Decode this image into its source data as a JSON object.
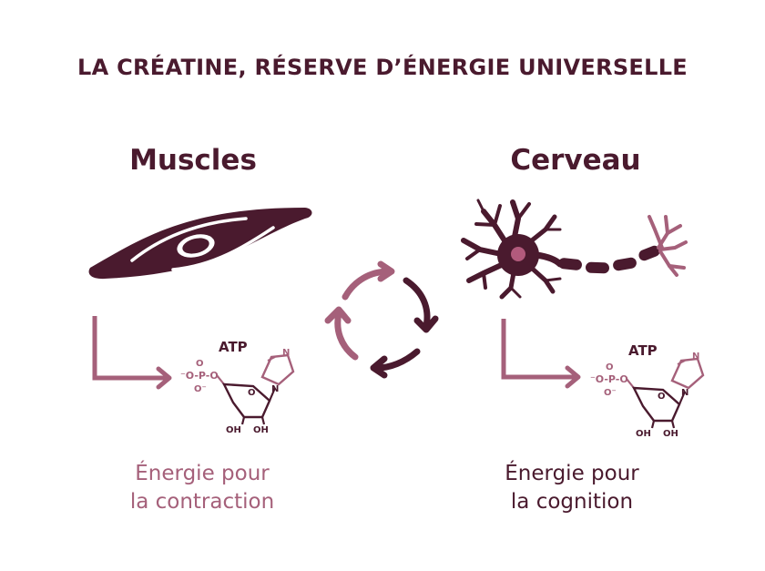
{
  "title": "LA CRÉATINE, RÉSERVE D’ÉNERGIE UNIVERSELLE",
  "muscles": {
    "heading": "Muscles",
    "atp_label": "ATP",
    "phosphate_label": "⁻O-P-O",
    "oxygen_top": "O",
    "oxygen_bottom": "O⁻",
    "n_top": "N",
    "n_bottom": "N",
    "oh_left": "OH",
    "oh_right": "OH",
    "caption_line1": "Énergie pour",
    "caption_line2": "la contraction"
  },
  "cerveau": {
    "heading": "Cerveau",
    "atp_label": "ATP",
    "phosphate_label": "⁻O-P-O",
    "oxygen_top": "O",
    "oxygen_bottom": "O⁻",
    "n_top": "N",
    "n_bottom": "N",
    "oh_left": "OH",
    "oh_right": "OH",
    "caption_line1": "Énergie pour",
    "caption_line2": "la cognition"
  },
  "colors": {
    "dark": "#4a1a2e",
    "rose": "#a5607a",
    "nucleus": "#b25a7c"
  }
}
